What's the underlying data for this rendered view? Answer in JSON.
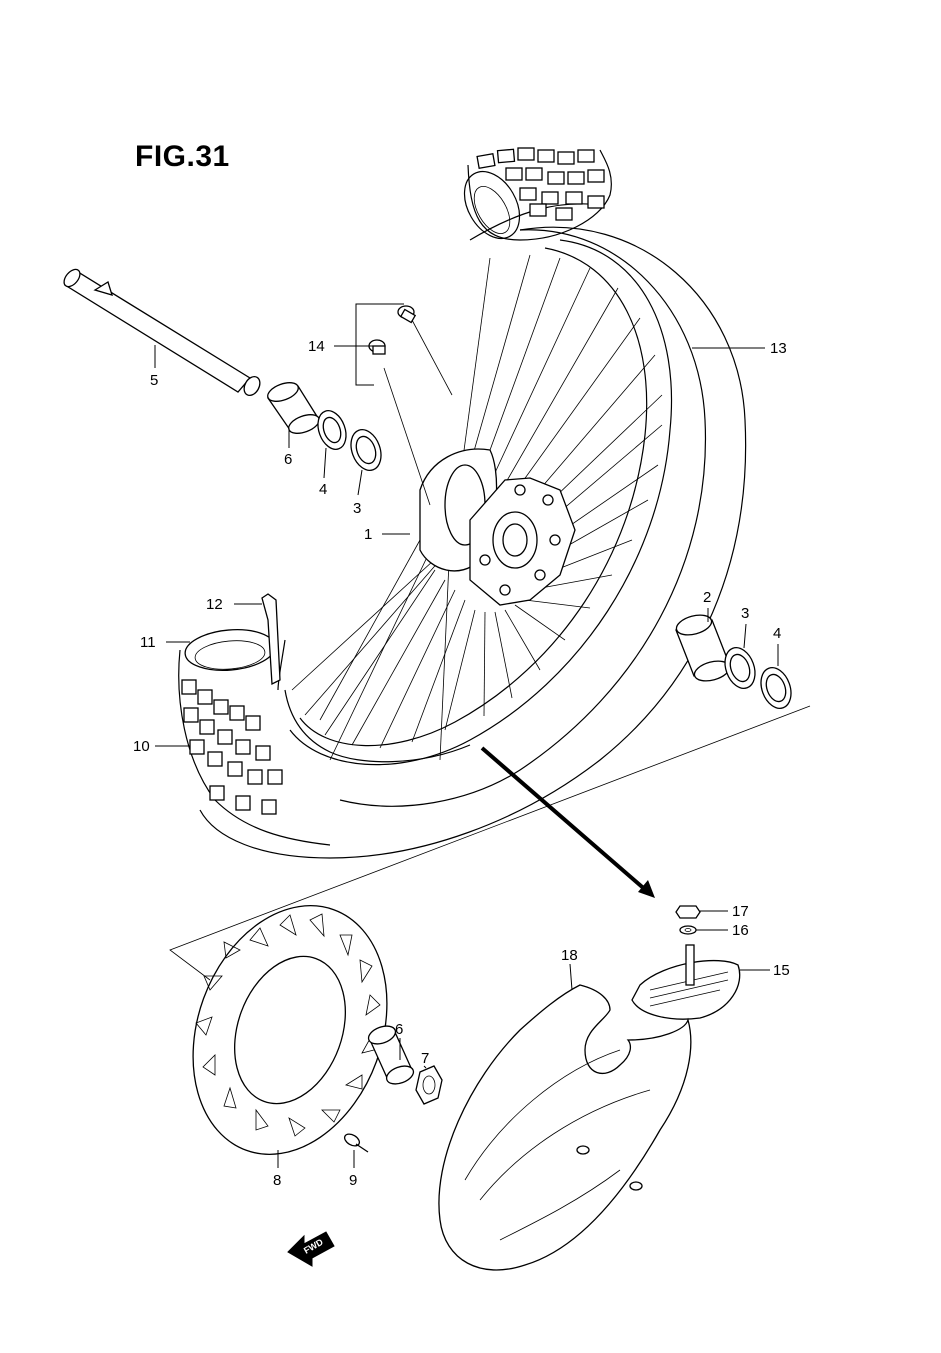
{
  "figure": {
    "title": "FIG.31"
  },
  "callouts": [
    {
      "id": "c1",
      "text": "1"
    },
    {
      "id": "c2",
      "text": "2"
    },
    {
      "id": "c3a",
      "text": "3"
    },
    {
      "id": "c3b",
      "text": "3"
    },
    {
      "id": "c4a",
      "text": "4"
    },
    {
      "id": "c4b",
      "text": "4"
    },
    {
      "id": "c5",
      "text": "5"
    },
    {
      "id": "c6a",
      "text": "6"
    },
    {
      "id": "c6b",
      "text": "6"
    },
    {
      "id": "c7",
      "text": "7"
    },
    {
      "id": "c8",
      "text": "8"
    },
    {
      "id": "c9",
      "text": "9"
    },
    {
      "id": "c10",
      "text": "10"
    },
    {
      "id": "c11",
      "text": "11"
    },
    {
      "id": "c12",
      "text": "12"
    },
    {
      "id": "c13",
      "text": "13"
    },
    {
      "id": "c14",
      "text": "14"
    },
    {
      "id": "c15",
      "text": "15"
    },
    {
      "id": "c16",
      "text": "16"
    },
    {
      "id": "c17",
      "text": "17"
    },
    {
      "id": "c18",
      "text": "18"
    }
  ],
  "direction_badge": {
    "text": "FWD",
    "icon": "arrow-left-icon"
  }
}
